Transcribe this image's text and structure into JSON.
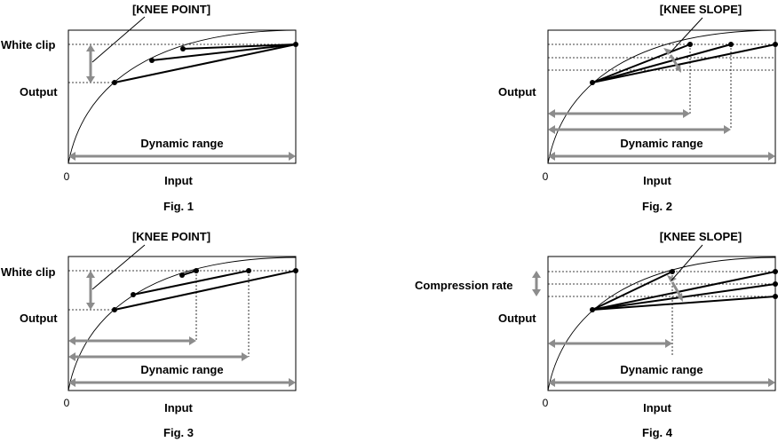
{
  "labels": {
    "knee_point": "[KNEE POINT]",
    "knee_slope": "[KNEE SLOPE]",
    "white_clip": "White clip",
    "output": "Output",
    "input": "Input",
    "dynamic_range": "Dynamic range",
    "compression_rate": "Compression rate",
    "zero": "0"
  },
  "figures": [
    {
      "caption": "Fig. 1"
    },
    {
      "caption": "Fig. 2"
    },
    {
      "caption": "Fig. 3"
    },
    {
      "caption": "Fig. 4"
    }
  ],
  "colors": {
    "arrow": "#8c8c8c",
    "line": "#000000"
  }
}
